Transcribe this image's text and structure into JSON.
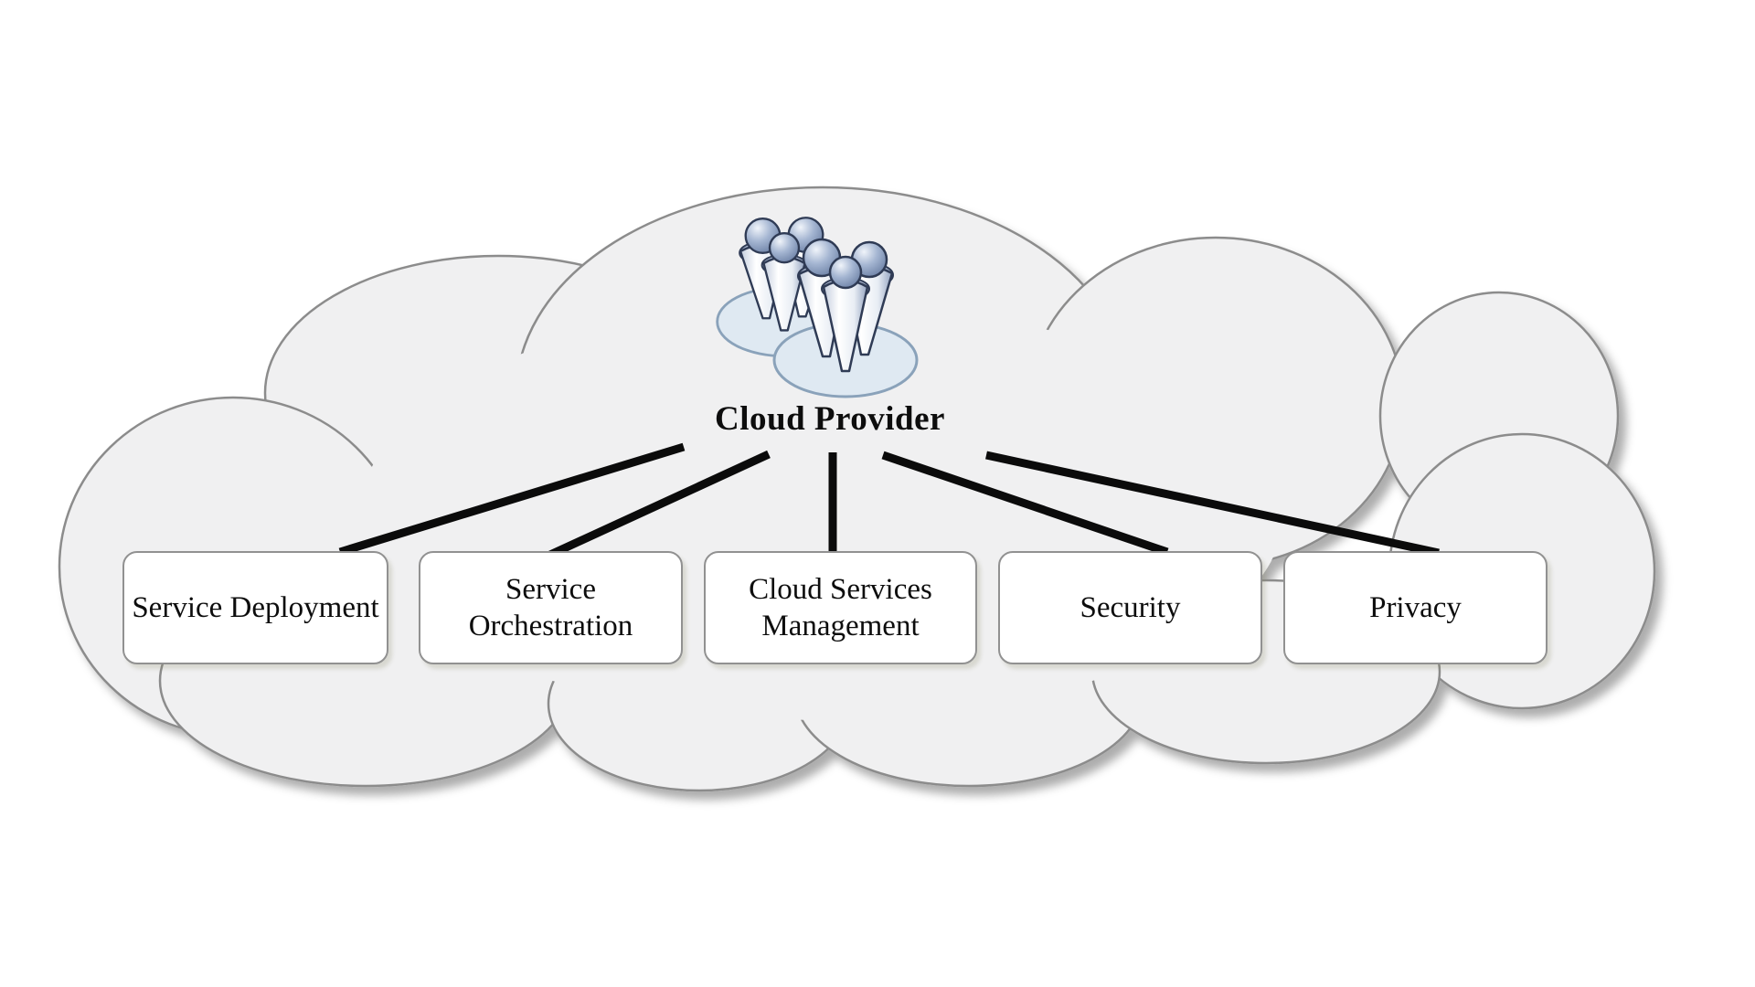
{
  "figure": {
    "title": "Cloud Provider",
    "title_icon": "cloud-provider-users-icon",
    "nodes": [
      {
        "label": "Service Deployment"
      },
      {
        "label": "Service Orchestration"
      },
      {
        "label": "Cloud Services Management"
      },
      {
        "label": "Security"
      },
      {
        "label": "Privacy"
      }
    ]
  },
  "colors": {
    "background": "#ffffff",
    "cloud_fill": "#f0f0f1",
    "cloud_stroke": "#8c8c8c",
    "box_fill": "#ffffff",
    "box_border": "#919191",
    "connector": "#0b0b0b",
    "text": "#0d0d0d",
    "icon_head_blue": "#8fa3c4",
    "icon_cone_white": "#ffffff",
    "icon_platform_blue": "#dfe9f2",
    "icon_outline": "#2f3b55"
  }
}
